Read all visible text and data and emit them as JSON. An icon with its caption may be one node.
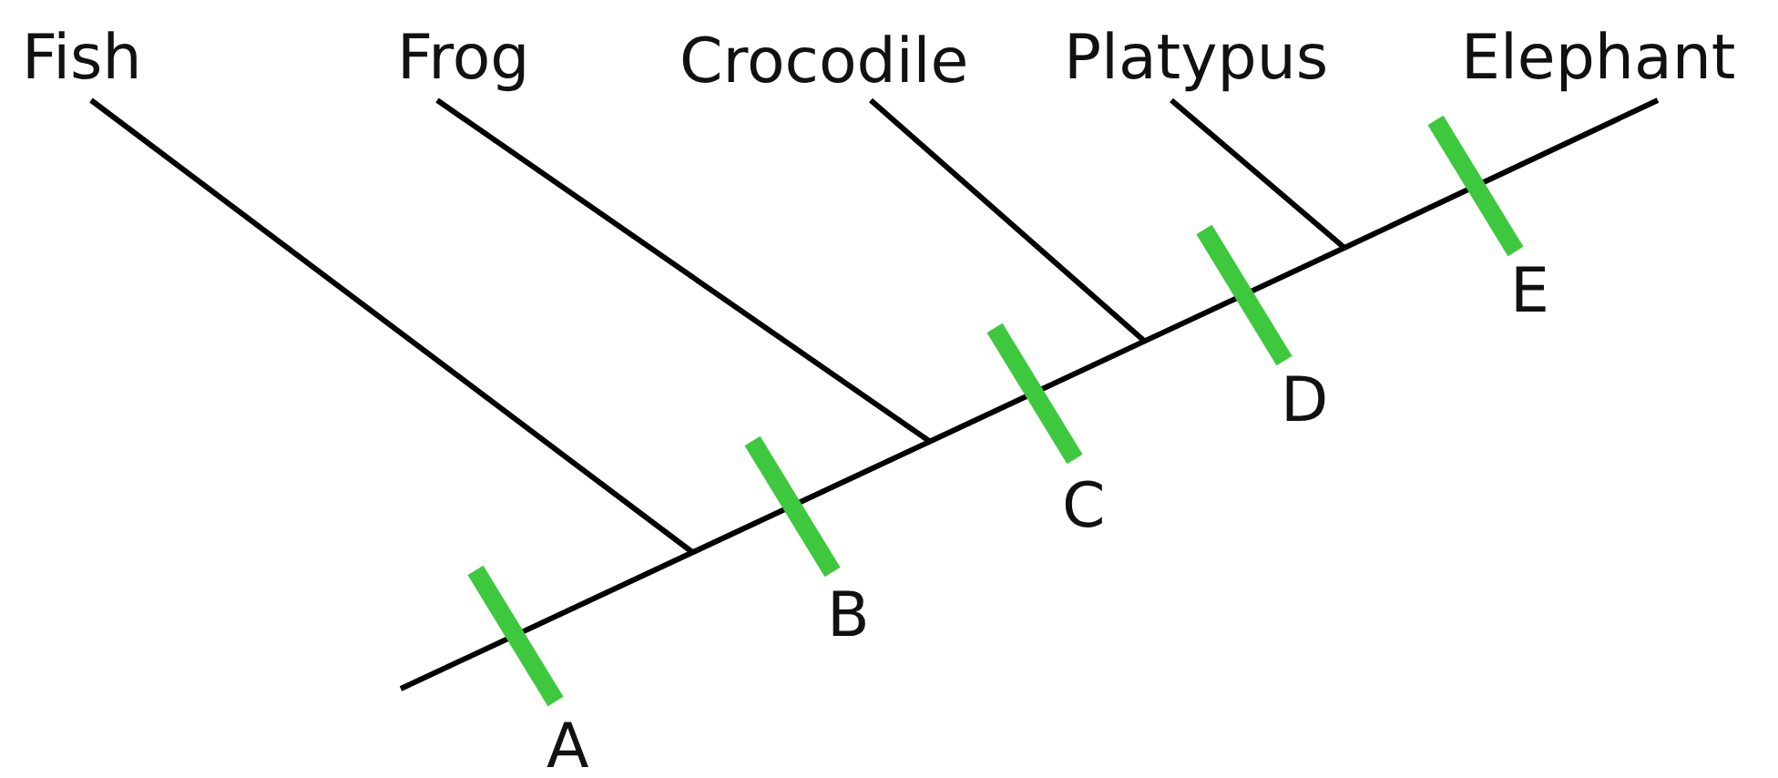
{
  "diagram": {
    "nodes": [
      {
        "text": [
          "Fish"
        ]
      },
      {
        "text": [
          "Frog"
        ]
      },
      {
        "text": [
          "Crocodile"
        ]
      },
      {
        "text": [
          "Platypus"
        ]
      },
      {
        "text": [
          "Elephant"
        ]
      }
    ],
    "edges": [
      {
        "from": 0,
        "to": null,
        "arrow": "none"
      },
      {
        "from": 1,
        "to": null,
        "arrow": "none"
      },
      {
        "from": 2,
        "to": null,
        "arrow": "none"
      },
      {
        "from": 3,
        "to": null,
        "arrow": "none"
      },
      {
        "from": null,
        "to": 4,
        "arrow": "none"
      }
    ],
    "labels": [
      "A",
      "B",
      "C",
      "D",
      "E"
    ]
  }
}
